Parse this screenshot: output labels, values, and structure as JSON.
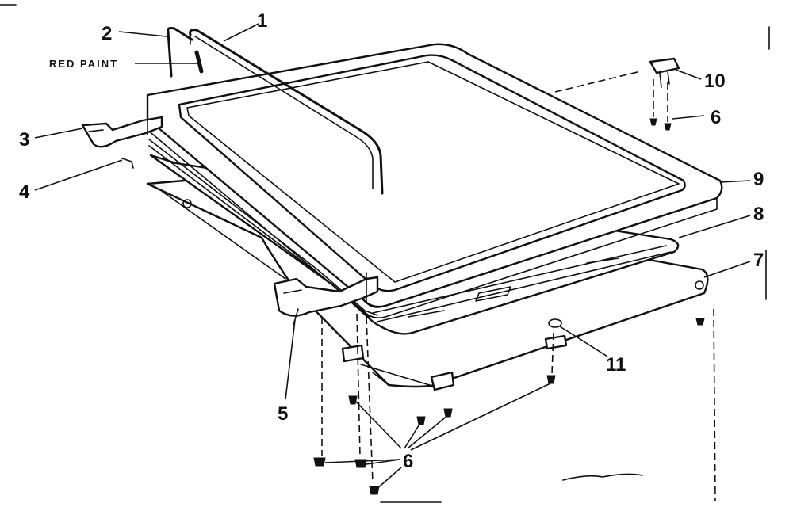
{
  "callouts": {
    "c1": "1",
    "c2": "2",
    "c3": "3",
    "c4": "4",
    "c5": "5",
    "c6a": "6",
    "c6b": "6",
    "c7": "7",
    "c8": "8",
    "c9": "9",
    "c10": "10",
    "c11": "11"
  },
  "note": "RED PAINT"
}
